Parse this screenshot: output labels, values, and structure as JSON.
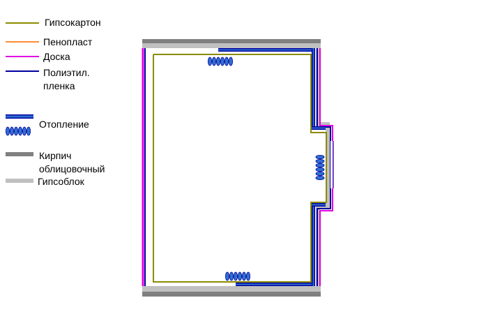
{
  "legend": {
    "drywall": {
      "label": "Гипсокартон",
      "color": "#8B8B00"
    },
    "foam": {
      "label": "Пенопласт",
      "color": "#FF8C3A"
    },
    "board": {
      "label": "Доска",
      "color": "#E000E0"
    },
    "film": {
      "label_line1": "Полиэтил.",
      "label_line2": "пленка",
      "color": "#0000A0"
    },
    "heating": {
      "label": "Отопление",
      "color": "#2F6FD0"
    },
    "brick": {
      "label_line1": "Кирпич",
      "label_line2": "облицовочный",
      "color": "#808080"
    },
    "gypsum_block": {
      "label": "Гипсоблок",
      "color": "#C0C0C0"
    }
  }
}
